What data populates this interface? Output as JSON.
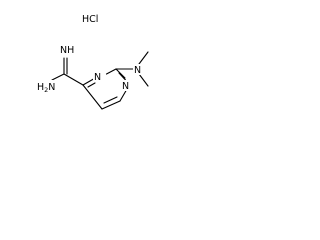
{
  "molecule": {
    "salt_label": "HCl",
    "atoms": {
      "imine_nh": "NH",
      "amine_h2n": "H",
      "amine_sub": "2",
      "amine_n": "N",
      "ring_n1": "N",
      "ring_n3": "N",
      "dimethylamino_n": "N"
    }
  },
  "colors": {
    "bond": "#000000",
    "text": "#000000",
    "background": "#ffffff"
  }
}
